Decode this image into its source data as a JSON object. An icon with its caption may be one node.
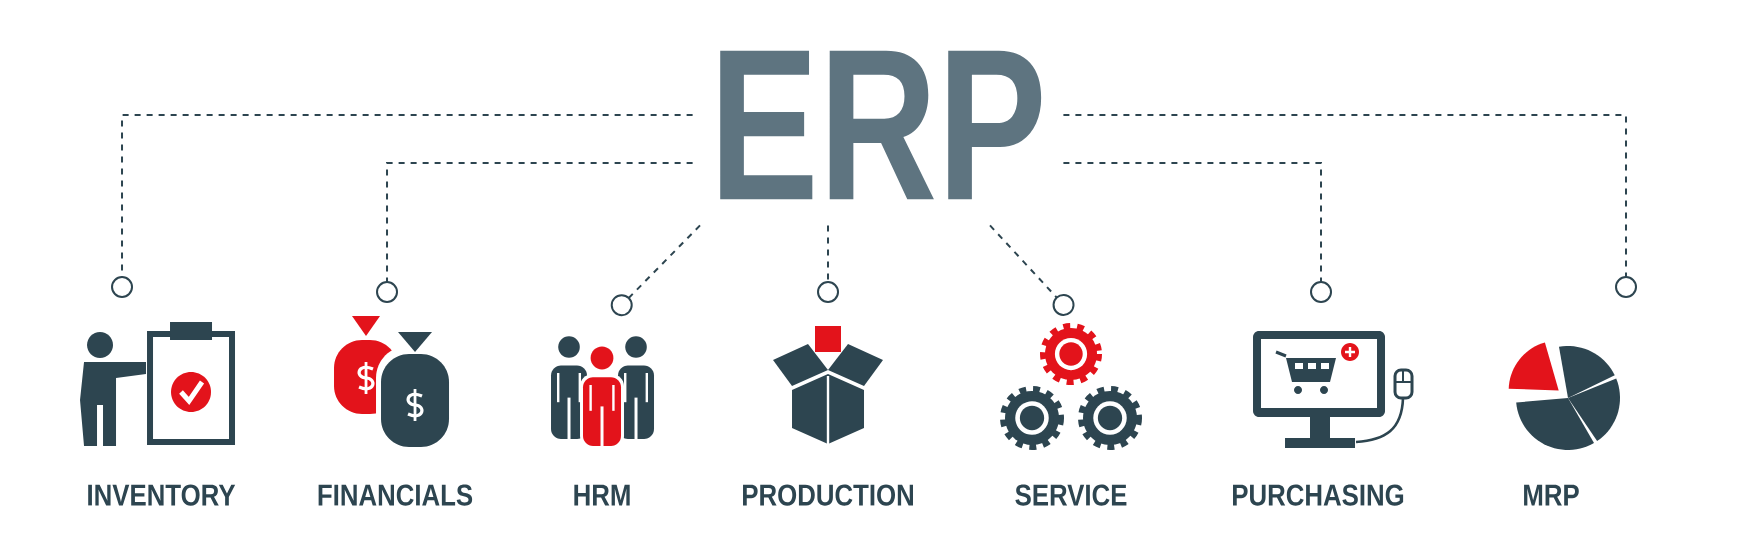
{
  "diagram": {
    "nodes": [
      {
        "text": [
          "ERP"
        ]
      },
      {
        "text": [
          "INVENTORY"
        ]
      },
      {
        "text": [
          "FINANCIALS"
        ]
      },
      {
        "text": [
          "HRM"
        ]
      },
      {
        "text": [
          "PRODUCTION"
        ]
      },
      {
        "text": [
          "SERVICE"
        ]
      },
      {
        "text": [
          "PURCHASING"
        ]
      },
      {
        "text": [
          "MRP"
        ]
      }
    ],
    "edges": [
      {
        "from": 0,
        "to": 1,
        "arrow": "other",
        "style": "dashed"
      },
      {
        "from": 0,
        "to": 2,
        "arrow": "other",
        "style": "dashed"
      },
      {
        "from": 0,
        "to": 3,
        "arrow": "other",
        "style": "dashed"
      },
      {
        "from": 0,
        "to": 4,
        "arrow": "other",
        "style": "dashed"
      },
      {
        "from": 0,
        "to": 5,
        "arrow": "other",
        "style": "dashed"
      },
      {
        "from": 0,
        "to": 6,
        "arrow": "other",
        "style": "dashed"
      },
      {
        "from": 0,
        "to": 7,
        "arrow": "other",
        "style": "dashed"
      }
    ]
  }
}
